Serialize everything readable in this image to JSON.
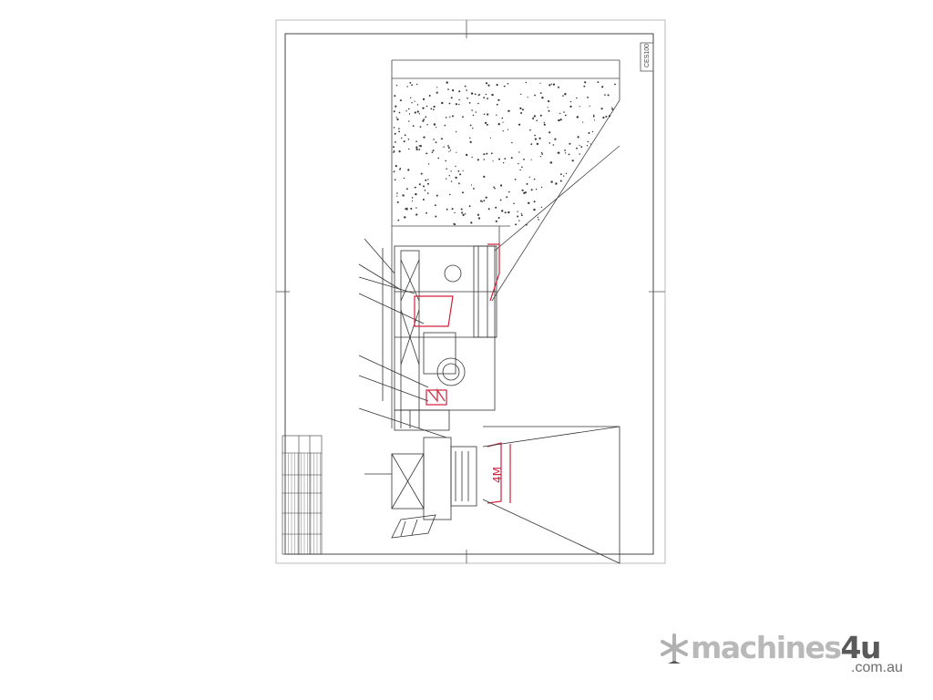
{
  "drawing": {
    "title_block_code": "CES100",
    "handwritten_annotation": "4M",
    "colors": {
      "line": "#3a3a3a",
      "markup": "#d0203a",
      "paper": "#ffffff"
    }
  },
  "watermark": {
    "brand_prefix": "machines",
    "brand_suffix": "4u",
    "domain": ".com.au"
  }
}
